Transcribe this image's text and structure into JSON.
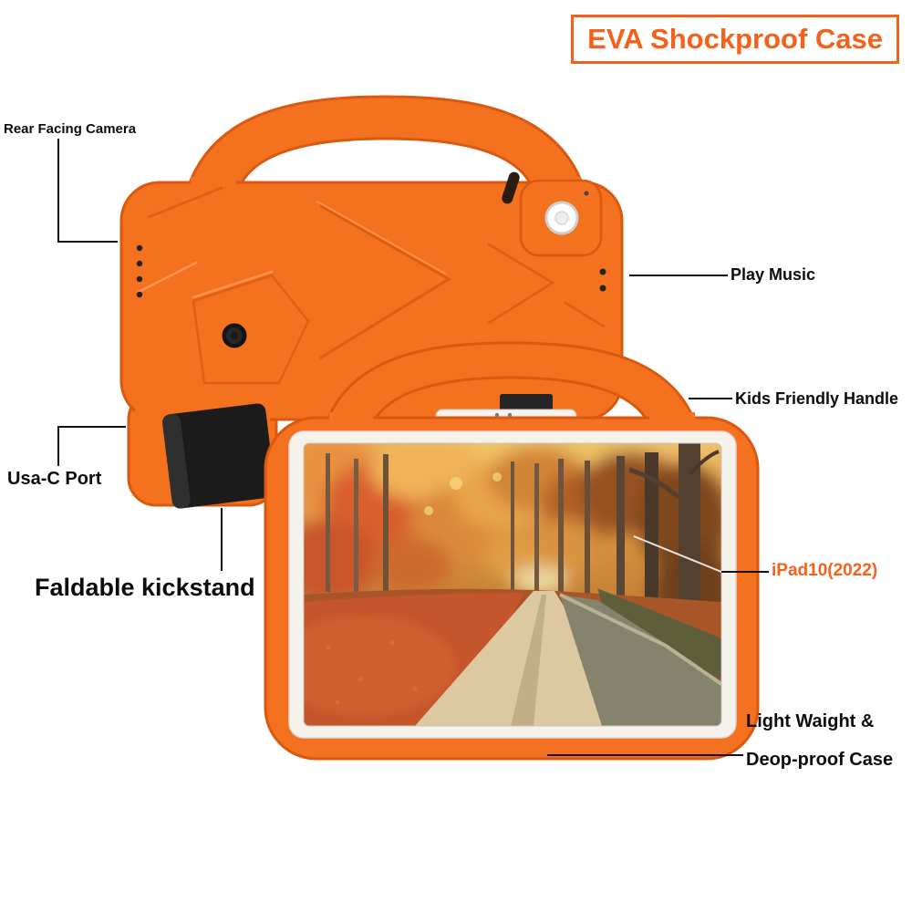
{
  "title": {
    "text": "EVA Shockproof Case"
  },
  "callouts": {
    "rear_camera": "Rear Facing Camera",
    "play_music": "Play Music",
    "kids_handle": "Kids Friendly Handle",
    "usb_port": "Usa-C Port",
    "kickstand": "Faldable kickstand",
    "model": "iPad10(2022)",
    "light_line1": "Light Waight &",
    "light_line2": "Deop-proof Case"
  },
  "colors": {
    "accent_orange": "#F4611A",
    "case_orange": "#F4711F",
    "case_outline": "#D8590F",
    "kickstand_black": "#1b1b1b",
    "label_black": "#0d0d0d"
  }
}
